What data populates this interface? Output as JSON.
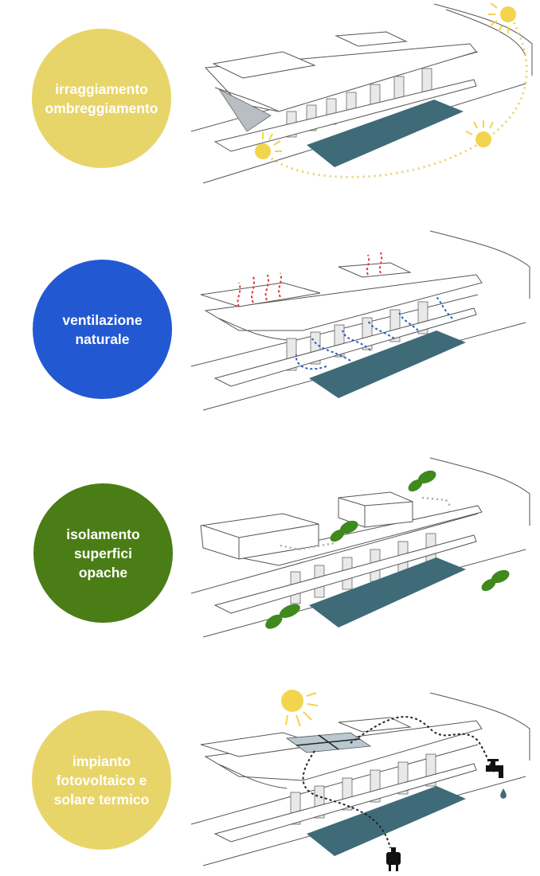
{
  "panels": [
    {
      "id": "irraggiamento",
      "label": "irraggiamento\nombreggiamento",
      "circle_color": "#e8d56a",
      "text_color": "#ffffff"
    },
    {
      "id": "ventilazione",
      "label": "ventilazione\nnaturale",
      "circle_color": "#2358d3",
      "text_color": "#ffffff"
    },
    {
      "id": "isolamento",
      "label": "isolamento\nsuperfici\nopache",
      "circle_color": "#4a7d15",
      "text_color": "#ffffff"
    },
    {
      "id": "impianto",
      "label": "impianto\nfotovoltaico e\nsolare termico",
      "circle_color": "#e8d56a",
      "text_color": "#ffffff"
    }
  ],
  "colors": {
    "pool": "#3f6b78",
    "sun": "#f2d44f",
    "sun_path": "#e7d46a",
    "warm_air": "#e0343a",
    "cool_air": "#2b5fbf",
    "leaf": "#3e8a1d",
    "panel_grid": "#b9c9cf",
    "cable": "#222222",
    "water_drop": "#3f6b78"
  },
  "icons": [
    "sun-icon",
    "leaf-icon",
    "faucet-icon",
    "plug-icon",
    "water-drop-icon"
  ]
}
